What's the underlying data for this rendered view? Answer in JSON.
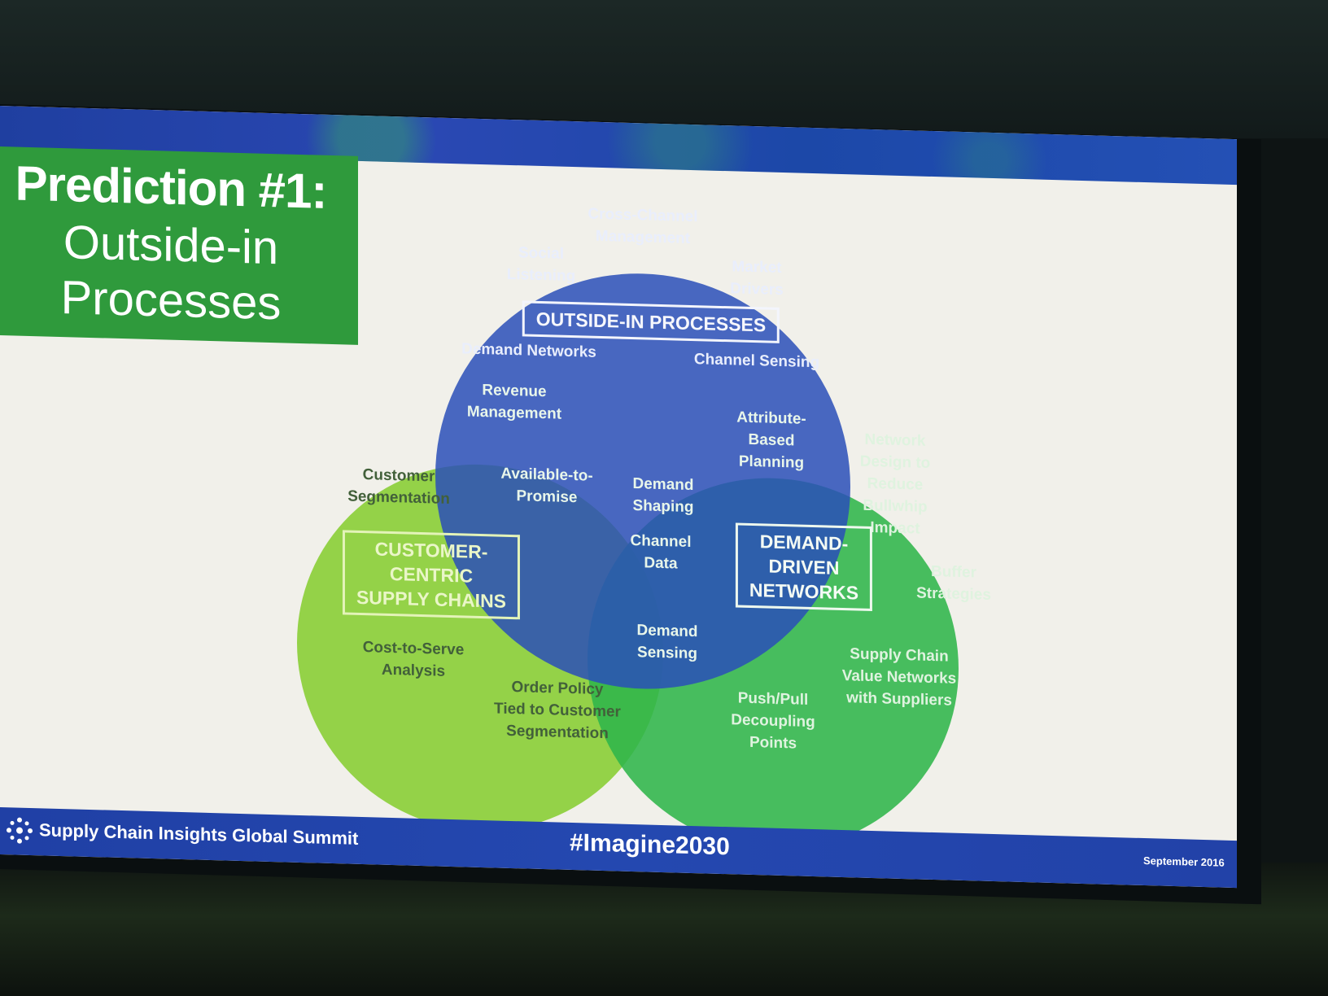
{
  "slide": {
    "title": {
      "line1": "Prediction #1:",
      "line2": "Outside-in",
      "line3": "Processes"
    },
    "circles": {
      "outside_in": {
        "heading": "OUTSIDE-IN PROCESSES",
        "items": {
          "cross_channel": [
            "Cross-Channel",
            "Management"
          ],
          "social": [
            "Social",
            "Listening"
          ],
          "market": [
            "Market",
            "Drivers"
          ],
          "demand_networks": [
            "Demand Networks"
          ],
          "channel_sensing": [
            "Channel Sensing"
          ]
        },
        "color": "#2a4fb8"
      },
      "customer_centric": {
        "heading_lines": [
          "CUSTOMER-",
          "CENTRIC",
          "SUPPLY CHAINS"
        ],
        "items": {
          "customer_seg": [
            "Customer",
            "Segmentation"
          ],
          "cost_to_serve": [
            "Cost-to-Serve",
            "Analysis"
          ],
          "order_policy": [
            "Order Policy",
            "Tied to Customer",
            "Segmentation"
          ]
        },
        "color": "#8ccf3a"
      },
      "demand_driven": {
        "heading_lines": [
          "DEMAND-",
          "DRIVEN",
          "NETWORKS"
        ],
        "items": {
          "network_design": [
            "Network",
            "Design to",
            "Reduce",
            "Bullwhip",
            "Impact"
          ],
          "buffer": [
            "Buffer",
            "Strategies"
          ],
          "supply_chain_value": [
            "Supply Chain",
            "Value Networks",
            "with Suppliers"
          ],
          "push_pull": [
            "Push/Pull",
            "Decoupling",
            "Points"
          ]
        },
        "color": "#2fb54a"
      }
    },
    "overlaps": {
      "revenue": [
        "Revenue",
        "Management"
      ],
      "atp": [
        "Available-to-",
        "Promise"
      ],
      "attribute": [
        "Attribute-",
        "Based",
        "Planning"
      ],
      "demand_shaping": [
        "Demand",
        "Shaping"
      ],
      "channel_data": [
        "Channel",
        "Data"
      ],
      "demand_sensing": [
        "Demand",
        "Sensing"
      ]
    },
    "footer": {
      "brand": "Supply Chain Insights Global Summit",
      "hashtag": "#Imagine2030",
      "date": "September 2016"
    }
  }
}
